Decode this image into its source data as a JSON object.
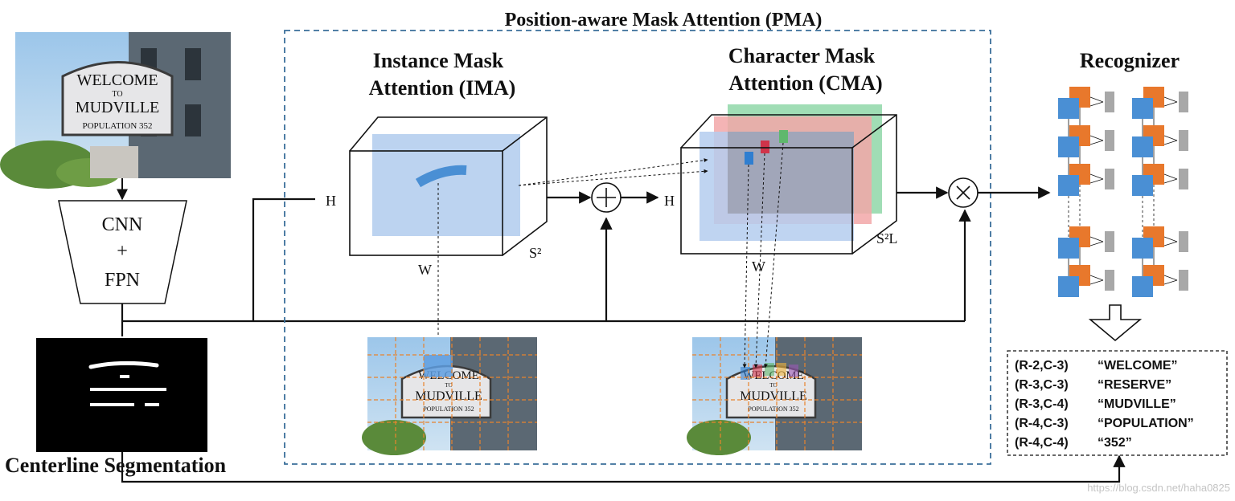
{
  "titles": {
    "pma": "Position-aware Mask Attention (PMA)",
    "ima_line1": "Instance Mask",
    "ima_line2": "Attention (IMA)",
    "cma_line1": "Character Mask",
    "cma_line2": "Attention (CMA)",
    "recognizer": "Recognizer",
    "centerline": "Centerline Segmentation"
  },
  "backbone": {
    "line1": "CNN",
    "line2": "+",
    "line3": "FPN"
  },
  "sign": {
    "line1": "WELCOME",
    "line2": "TO",
    "line3": "MUDVILLE",
    "line4": "POPULATION 352"
  },
  "cube_labels": {
    "ima_h": "H",
    "ima_w": "W",
    "ima_s": "S²",
    "cma_h": "H",
    "cma_w": "W",
    "cma_s": "S²L"
  },
  "operators": {
    "add": "+",
    "multiply": "×"
  },
  "results": [
    {
      "loc": "(R-2,C-3)",
      "text": "“WELCOME”"
    },
    {
      "loc": "(R-3,C-3)",
      "text": "“RESERVE”"
    },
    {
      "loc": "(R-3,C-4)",
      "text": "“MUDVILLE”"
    },
    {
      "loc": "(R-4,C-3)",
      "text": "“POPULATION”"
    },
    {
      "loc": "(R-4,C-4)",
      "text": "“352”"
    }
  ],
  "watermark": "https://blog.csdn.net/haha0825",
  "colors": {
    "dashed_box": "#3a6f9a",
    "orange": "#e8782c",
    "blue": "#4a8fd4",
    "gray": "#a8a8a8",
    "grid": "#e8832c"
  }
}
